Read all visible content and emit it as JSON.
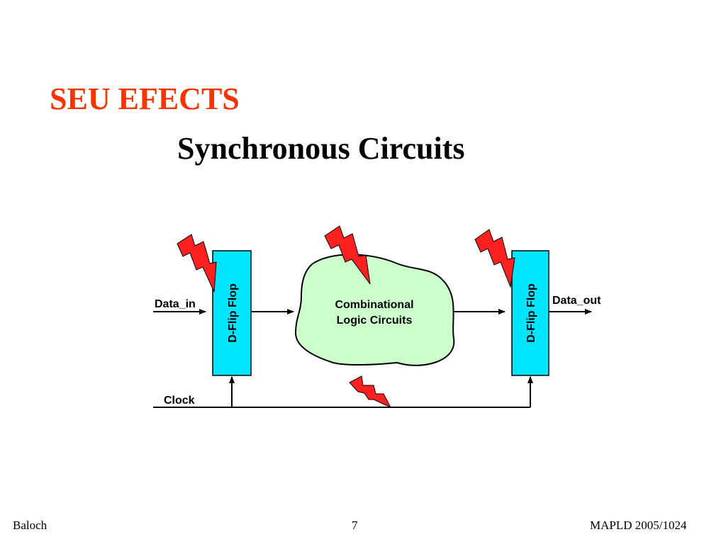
{
  "slide": {
    "title": "SEU EFECTS",
    "subtitle": "Synchronous Circuits"
  },
  "diagram": {
    "data_in_label": "Data_in",
    "data_out_label": "Data_out",
    "clock_label": "Clock",
    "flip_flop_left_label": "D-Flip Flop",
    "flip_flop_right_label": "D-Flip Flop",
    "logic_line1": "Combinational",
    "logic_line2": "Logic Circuits"
  },
  "footer": {
    "author": "Baloch",
    "page": "7",
    "conference": "MAPLD 2005/1024"
  },
  "colors": {
    "title": "#ff3300",
    "flip_flop_fill": "#00e5ff",
    "cloud_fill": "#ccffcc",
    "lightning_fill": "#ff2020"
  }
}
